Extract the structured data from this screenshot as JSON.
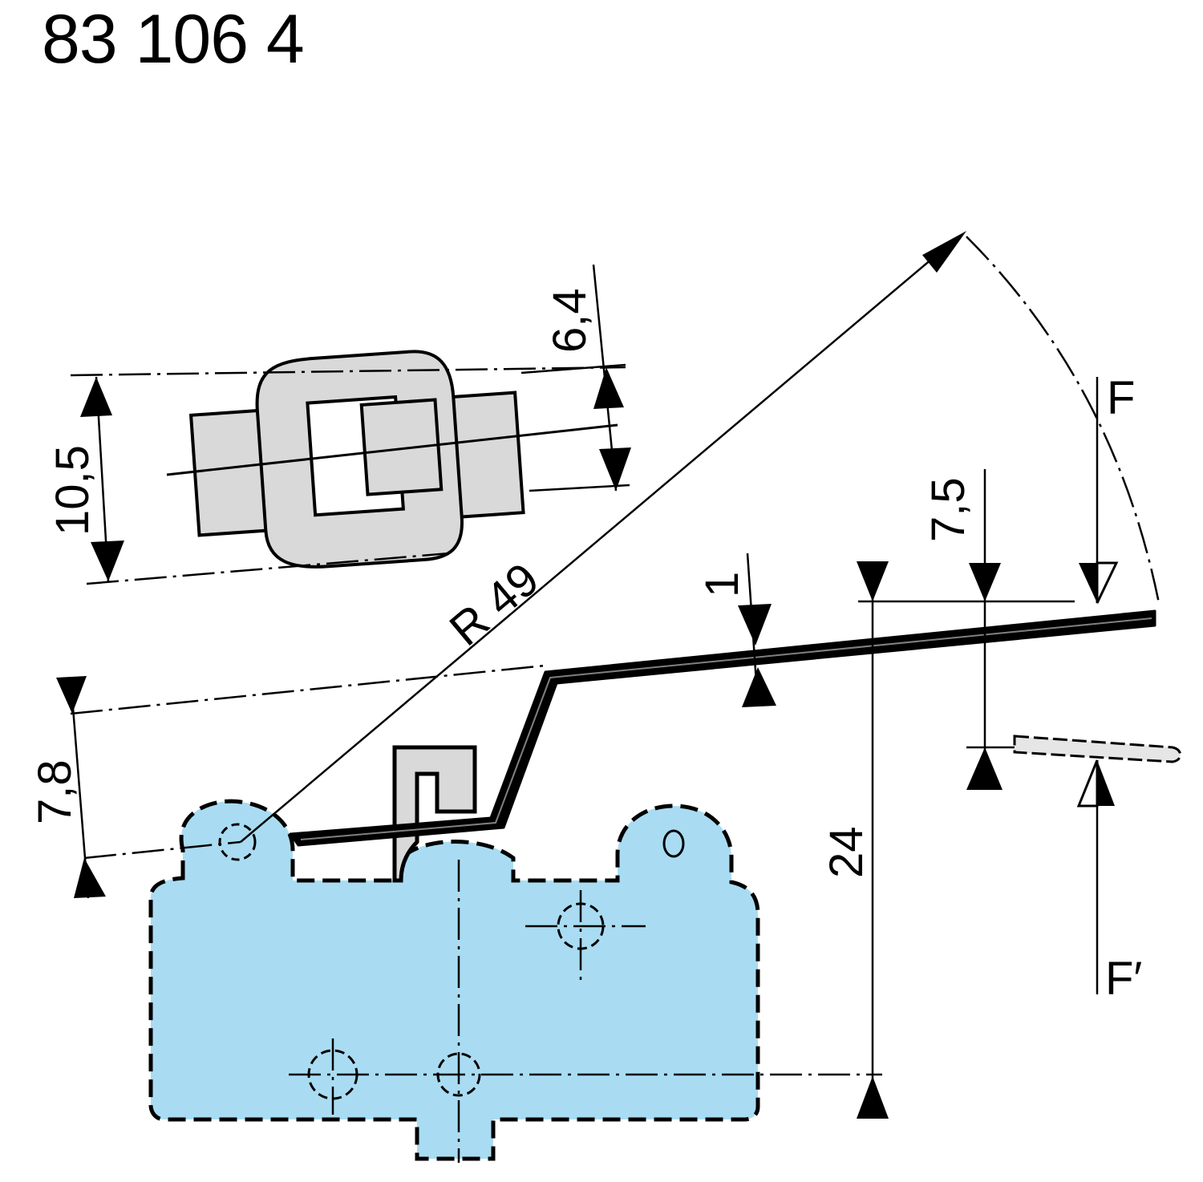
{
  "title": {
    "part_number": "83 106 4"
  },
  "colors": {
    "body_fill": "#A9DCF2",
    "roller_fill": "#D9D9D9",
    "line": "#000000",
    "background": "#FFFFFF"
  },
  "dimensions": {
    "width_10_5": "10,5",
    "width_6_4": "6,4",
    "radius": "R 49",
    "offset_7_8": "7,8",
    "thickness_1": "1",
    "height_24": "24",
    "travel_7_5": "7,5"
  },
  "forces": {
    "operating": "F",
    "release": "F′"
  }
}
